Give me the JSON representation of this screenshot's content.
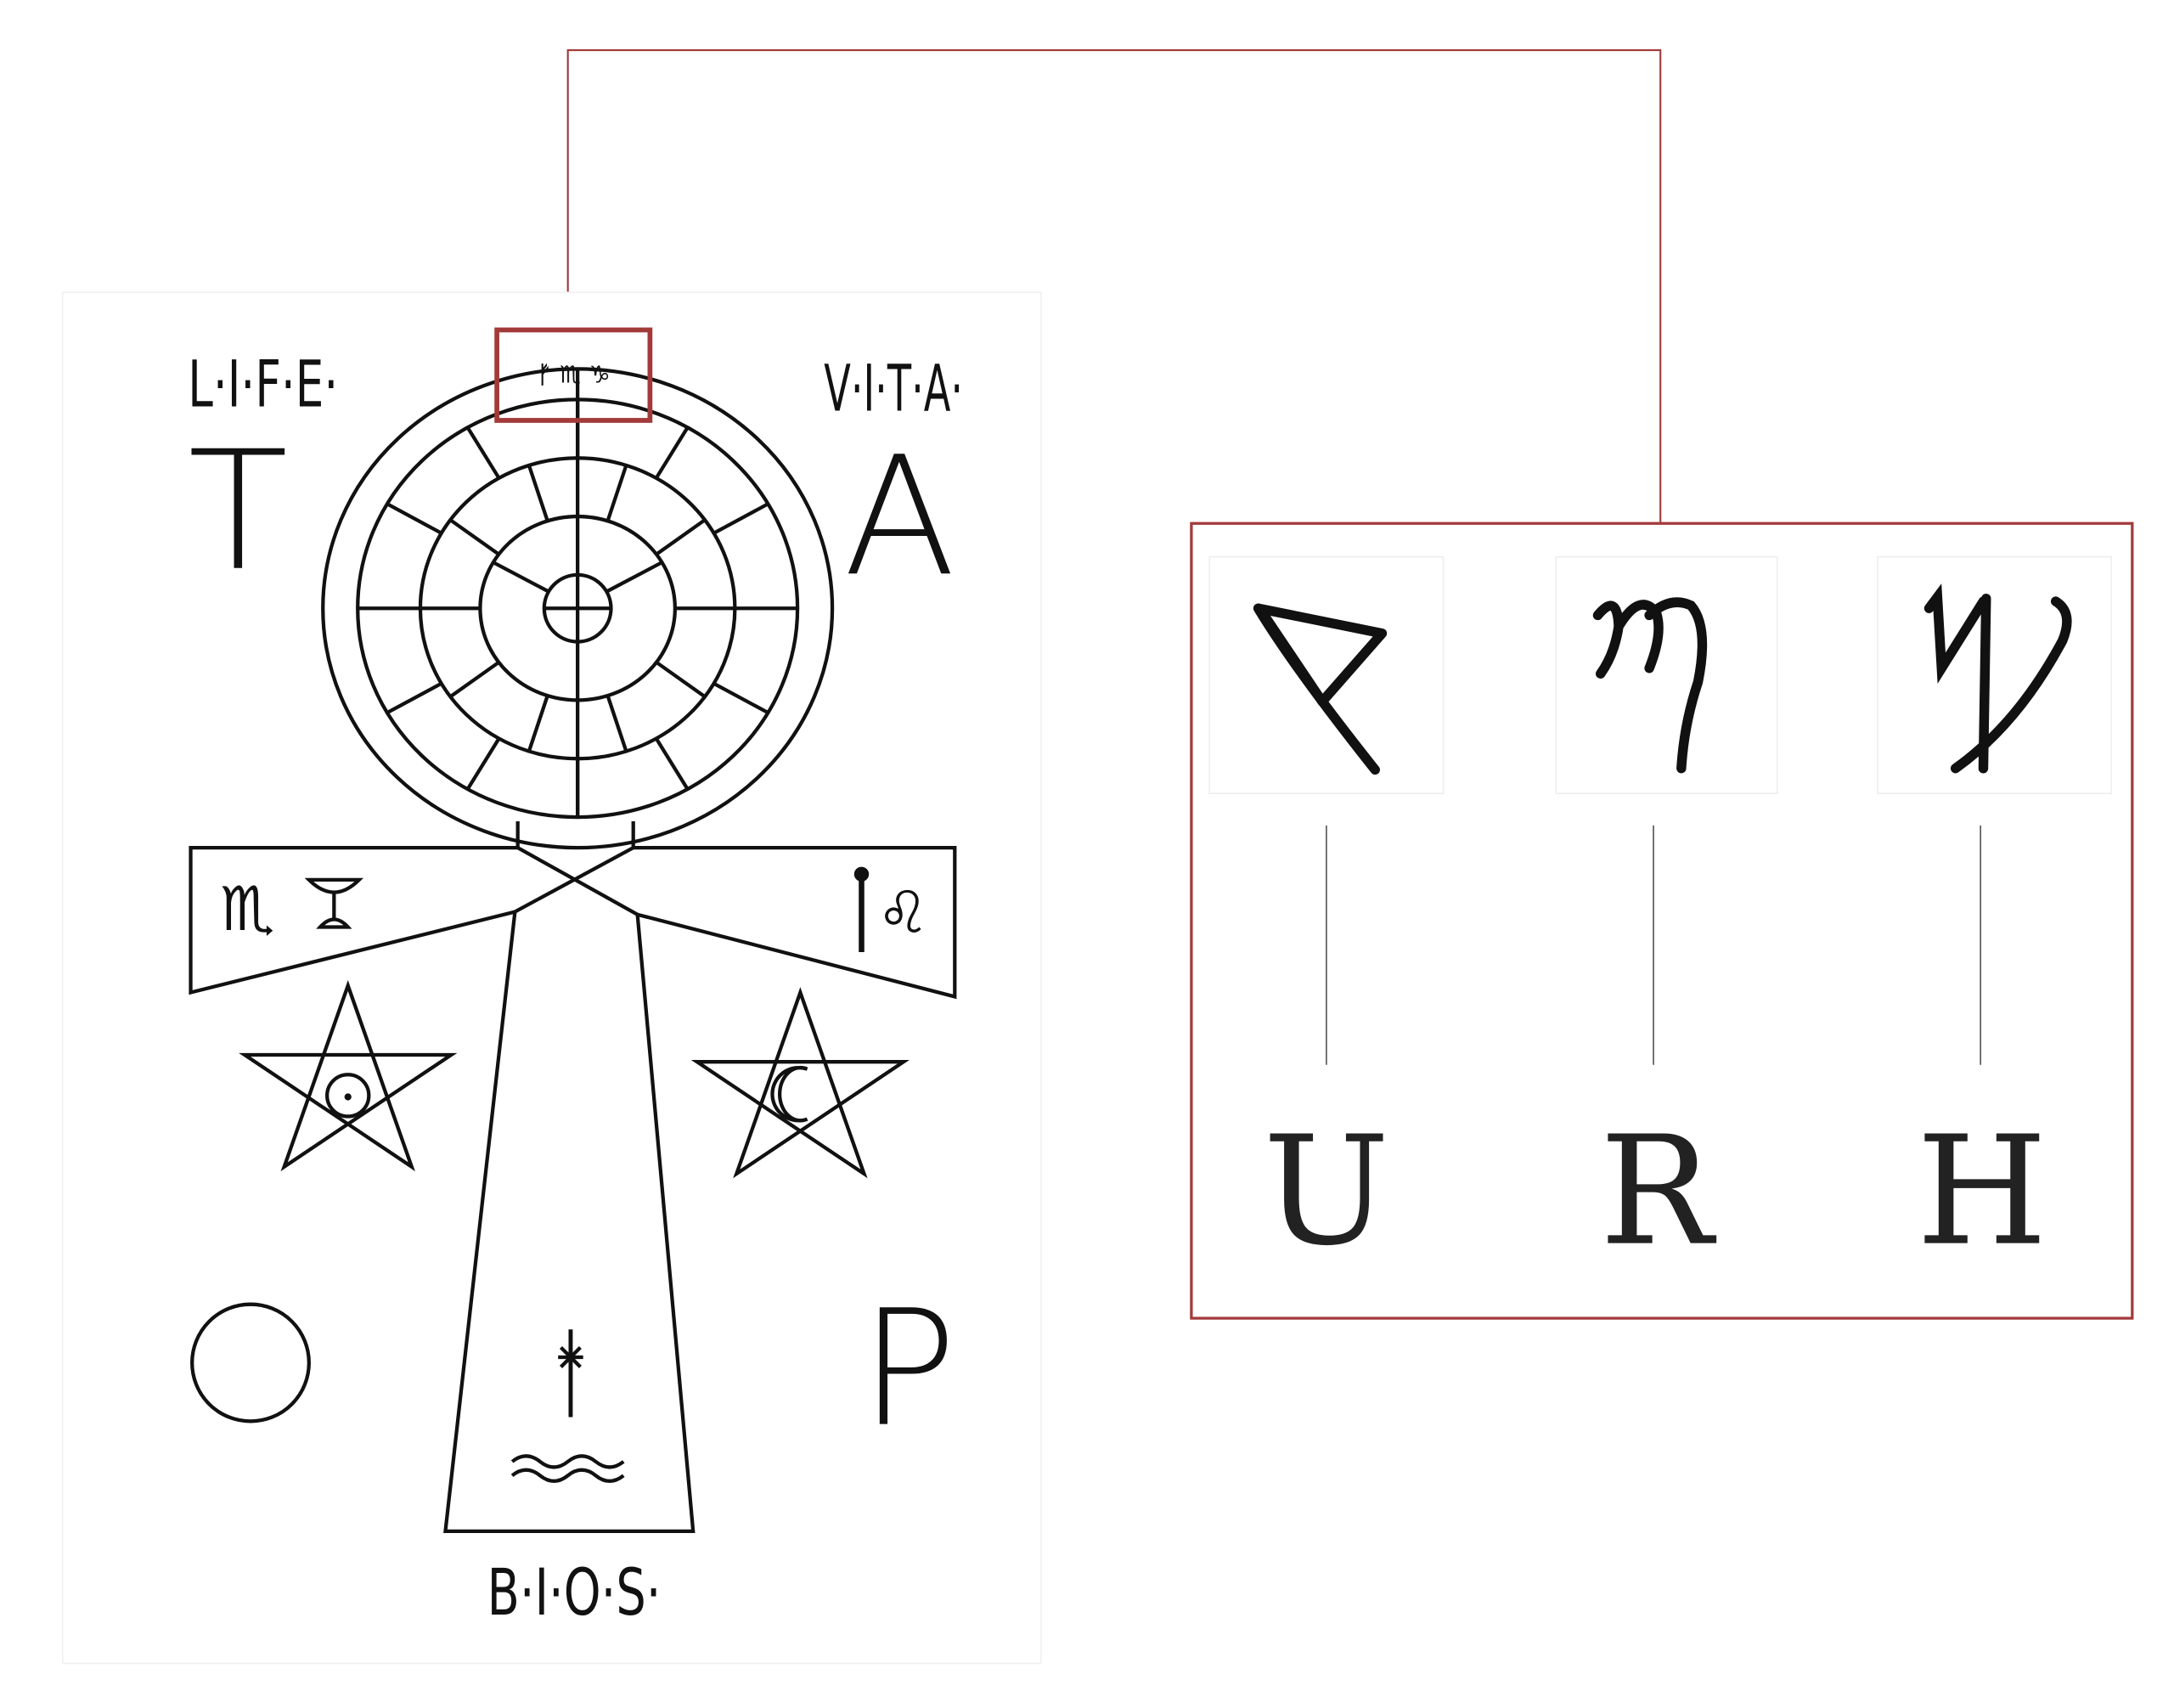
{
  "left_panel": {
    "title_left": "L·I·F·E·",
    "title_right": "V·I·T·A·",
    "bottom_label": "B·I·O·S·",
    "corner_letters": [
      "T",
      "A",
      "O",
      "P"
    ],
    "arm_symbols": {
      "left": "♏",
      "right": "♌"
    },
    "ring_glyphs": "ᚠ ♏ ♑"
  },
  "detail_panel": {
    "glyphs": [
      {
        "icon": "rune-glyph",
        "letter": "U"
      },
      {
        "icon": "m-glyph",
        "letter": "R"
      },
      {
        "icon": "h-glyph",
        "letter": "H"
      }
    ]
  },
  "colors": {
    "highlight": "#a33a3a",
    "ink": "#111111",
    "connector": "#555555"
  }
}
